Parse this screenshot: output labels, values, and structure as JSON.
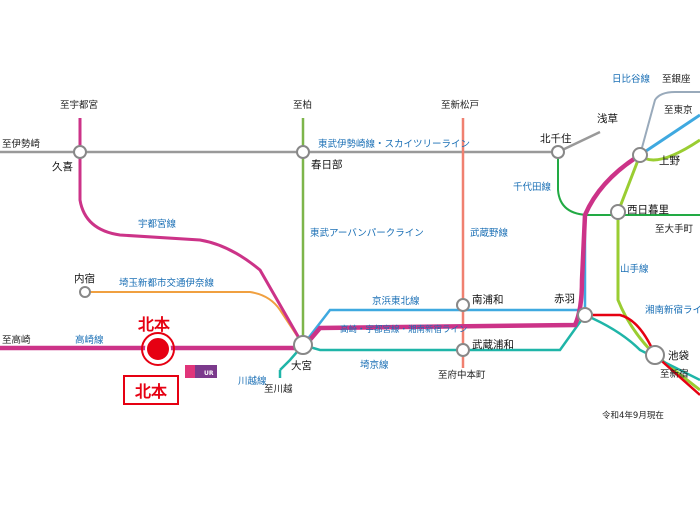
{
  "colors": {
    "takasaki": "#cc3388",
    "keihin": "#3fa9e0",
    "saikyo": "#1fb5a8",
    "musashino": "#f08070",
    "tobu_urban": "#7db54a",
    "isesaki": "#999999",
    "newshuttle": "#f0a040",
    "chiyoda": "#22aa44",
    "yamanote": "#9acd32",
    "shonan": "#e60012",
    "hibiya": "#99aabb",
    "kitamoto": "#e60012"
  },
  "directions": {
    "utsunomiya": "至宇都宮",
    "kashiwa": "至柏",
    "shinmatsudo": "至新松戸",
    "isesaki": "至伊勢崎",
    "takasaki": "至高崎",
    "kawagoe": "至川越",
    "fuchu": "至府中本町",
    "ginza": "至銀座",
    "tokyo": "至東京",
    "otemachi": "至大手町",
    "shinjuku": "至新宿"
  },
  "stations": {
    "kuki": "久喜",
    "kasukabe": "春日部",
    "kitasenju": "北千住",
    "asakusa": "浅草",
    "ueno": "上野",
    "nishinippori": "西日暮里",
    "uchijuku": "内宿",
    "minamiurawa": "南浦和",
    "akabane": "赤羽",
    "omiya": "大宮",
    "musashiurawa": "武蔵浦和",
    "ikebukuro": "池袋",
    "kitamoto": "北本"
  },
  "lines": {
    "isesaki": "東武伊勢崎線・スカイツリーライン",
    "utsunomiya": "宇都宮線",
    "urbanpark": "東武アーバンパークライン",
    "musashino": "武蔵野線",
    "chiyoda": "千代田線",
    "hibiya": "日比谷線",
    "newshuttle": "埼玉新都市交通伊奈線",
    "keihin": "京浜東北線",
    "takasaki": "高崎線",
    "combined": "高崎・宇都宮線・湘南新宿ライン",
    "yamanote": "山手線",
    "shonan": "湘南新宿ライン",
    "saikyo": "埼京線",
    "kawagoe": "川越線"
  },
  "logo_text": "UR",
  "note": "令和4年9月現在"
}
